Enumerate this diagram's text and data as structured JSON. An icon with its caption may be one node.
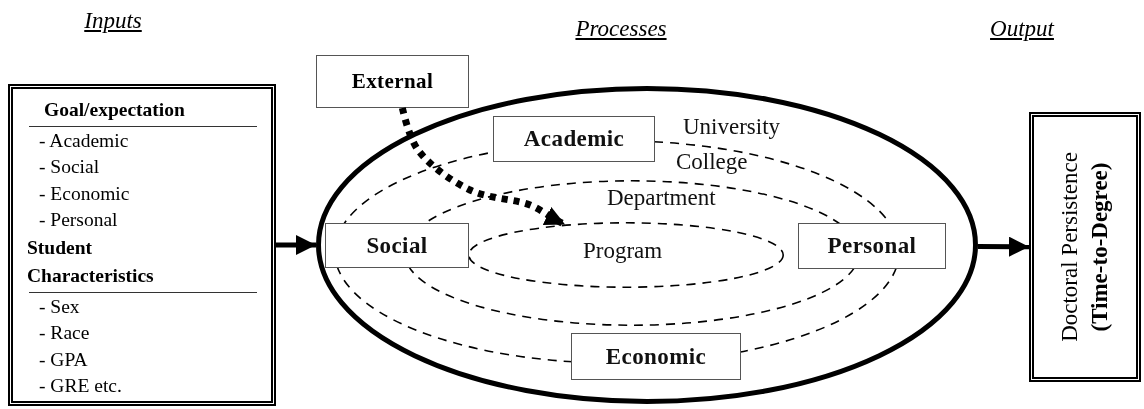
{
  "diagram": {
    "nodes": [
      {
        "text": [
          "Goal/expectation",
          "- Academic",
          "- Social",
          "- Economic",
          "- Personal",
          "Student Characteristics",
          "- Sex",
          "- Race",
          "- GPA",
          "- GRE etc."
        ]
      },
      {
        "text": [
          "University"
        ]
      },
      {
        "text": [
          "College"
        ],
        "in": 1
      },
      {
        "text": [
          "Department"
        ],
        "in": 2
      },
      {
        "text": [
          "Program"
        ],
        "in": 3
      },
      {
        "text": [
          "Academic"
        ],
        "in": 1
      },
      {
        "text": [
          "Social"
        ],
        "in": 1
      },
      {
        "text": [
          "Personal"
        ],
        "in": 1
      },
      {
        "text": [
          "Economic"
        ],
        "in": 1
      },
      {
        "text": [
          "External"
        ]
      },
      {
        "text": [
          "Doctoral Persistence **(Time-to-Degree)**"
        ]
      }
    ],
    "edges": [
      {
        "from": 0,
        "to": 1,
        "arrow": "to"
      },
      {
        "from": 1,
        "to": 10,
        "arrow": "to"
      },
      {
        "from": 9,
        "to": 4,
        "arrow": "to",
        "style": "dashed"
      }
    ],
    "labels": [
      "Inputs",
      "Processes",
      "Output"
    ]
  }
}
